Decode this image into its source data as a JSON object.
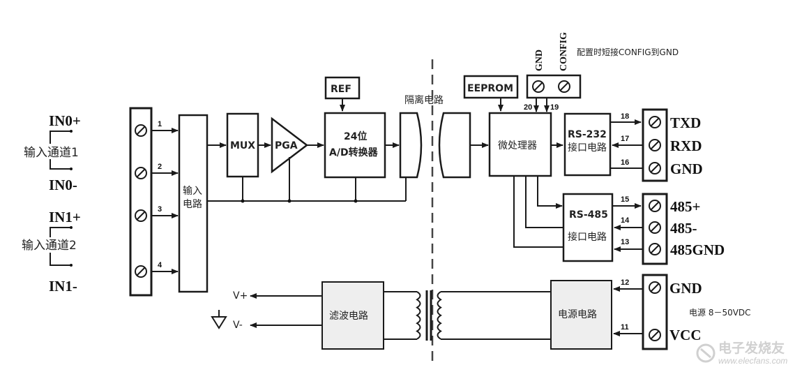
{
  "inputs": {
    "in0_plus": "IN0+",
    "in0_minus": "IN0-",
    "in1_plus": "IN1+",
    "in1_minus": "IN1-",
    "channel1": "输入通道1",
    "channel2": "输入通道2"
  },
  "input_pins": [
    "1",
    "2",
    "3",
    "4"
  ],
  "blocks": {
    "input_circuit_line1": "输入",
    "input_circuit_line2": "电路",
    "mux": "MUX",
    "pga": "PGA",
    "ref": "REF",
    "adc_line1": "24位",
    "adc_line2": "A/D转换器",
    "isolation": "隔离电路",
    "eeprom": "EEPROM",
    "mcu": "微处理器",
    "rs232_line1": "RS-232",
    "rs232_line2": "接口电路",
    "rs485_line1": "RS-485",
    "rs485_line2": "接口电路",
    "filter": "滤波电路",
    "power": "电源电路"
  },
  "config": {
    "gnd": "GND",
    "config": "CONFIG",
    "note": "配置时短接CONFIG到GND",
    "pin_gnd": "20",
    "pin_config": "19"
  },
  "rs232_terminals": [
    {
      "pin": "18",
      "label": "TXD"
    },
    {
      "pin": "17",
      "label": "RXD"
    },
    {
      "pin": "16",
      "label": "GND"
    }
  ],
  "rs485_terminals": [
    {
      "pin": "15",
      "label": "485+"
    },
    {
      "pin": "14",
      "label": "485-"
    },
    {
      "pin": "13",
      "label": "485GND"
    }
  ],
  "power_terminals": [
    {
      "pin": "12",
      "label": "GND"
    },
    {
      "pin": "11",
      "label": "VCC"
    }
  ],
  "power_note": "电源 8－50VDC",
  "outputs": {
    "vplus": "V+",
    "vminus": "V-"
  },
  "watermark": {
    "brand": "电子发烧友",
    "url": "www.elecfans.com"
  }
}
